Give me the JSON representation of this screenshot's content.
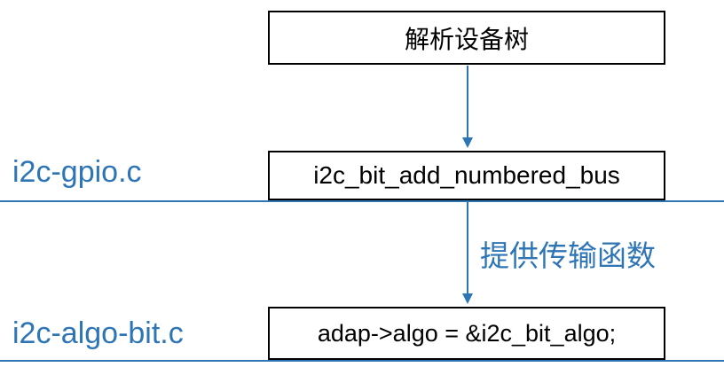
{
  "diagram": {
    "boxes": {
      "parse_device_tree": "解析设备树",
      "bus_function": "i2c_bit_add_numbered_bus",
      "algo_assignment": "adap->algo = &i2c_bit_algo;"
    },
    "file_labels": {
      "gpio": "i2c-gpio.c",
      "algo_bit": "i2c-algo-bit.c"
    },
    "arrow_label": "提供传输函数",
    "colors": {
      "accent": "#2e75b6",
      "border": "#000000",
      "background": "#ffffff"
    }
  }
}
